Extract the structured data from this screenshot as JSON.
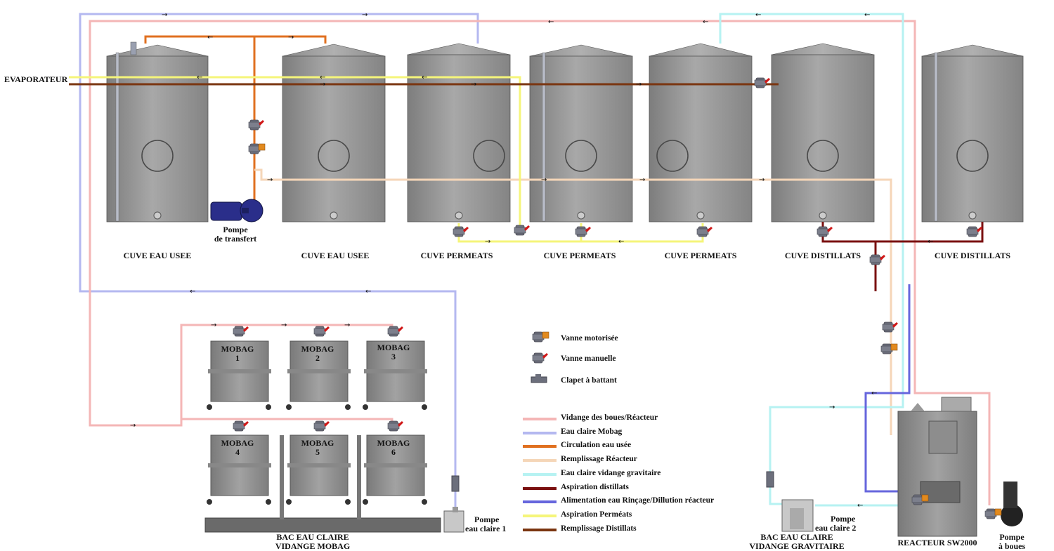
{
  "labels": {
    "evaporateur": "EVAPORATEUR",
    "pompe_transfert_1": "Pompe",
    "pompe_transfert_2": "de transfert",
    "pompe_eau_claire_1_a": "Pompe",
    "pompe_eau_claire_1_b": "eau claire 1",
    "pompe_eau_claire_2_a": "Pompe",
    "pompe_eau_claire_2_b": "eau claire 2",
    "pompe_boues_a": "Pompe",
    "pompe_boues_b": "à boues",
    "bac_mobag_a": "BAC EAU CLAIRE",
    "bac_mobag_b": "VIDANGE MOBAG",
    "bac_grav_a": "BAC EAU CLAIRE",
    "bac_grav_b": "VIDANGE GRAVITAIRE",
    "reacteur": "REACTEUR SW2000"
  },
  "tanks": [
    {
      "name": "CUVE EAU USEE"
    },
    {
      "name": "CUVE EAU USEE"
    },
    {
      "name": "CUVE PERMEATS"
    },
    {
      "name": "CUVE PERMEATS"
    },
    {
      "name": "CUVE PERMEATS"
    },
    {
      "name": "CUVE DISTILLATS"
    },
    {
      "name": "CUVE DISTILLATS"
    }
  ],
  "mobags": [
    {
      "line1": "MOBAG",
      "line2": "1"
    },
    {
      "line1": "MOBAG",
      "line2": "2"
    },
    {
      "line1": "MOBAG",
      "line2": "3"
    },
    {
      "line1": "MOBAG",
      "line2": "4"
    },
    {
      "line1": "MOBAG",
      "line2": "5"
    },
    {
      "line1": "MOBAG",
      "line2": "6"
    }
  ],
  "symbols": [
    {
      "label": "Vanne motorisée",
      "icon": "motorized-valve-icon"
    },
    {
      "label": "Vanne manuelle",
      "icon": "manual-valve-icon"
    },
    {
      "label": "Clapet à battant",
      "icon": "check-valve-icon"
    }
  ],
  "legend": [
    {
      "label": "Vidange des boues/Réacteur",
      "color": "#f4b6b6"
    },
    {
      "label": "Eau claire Mobag",
      "color": "#b4b8f0"
    },
    {
      "label": "Circulation eau usée",
      "color": "#e07020"
    },
    {
      "label": "Remplissage Réacteur",
      "color": "#f5d6b8"
    },
    {
      "label": "Eau claire vidange gravitaire",
      "color": "#b6f2f2"
    },
    {
      "label": "Aspiration distillats",
      "color": "#7a1010"
    },
    {
      "label": "Alimentation eau Rinçage/Dillution réacteur",
      "color": "#6666dd"
    },
    {
      "label": "Aspiration Perméats",
      "color": "#f5f57a"
    },
    {
      "label": "Remplissage Distillats",
      "color": "#7a3510"
    }
  ]
}
